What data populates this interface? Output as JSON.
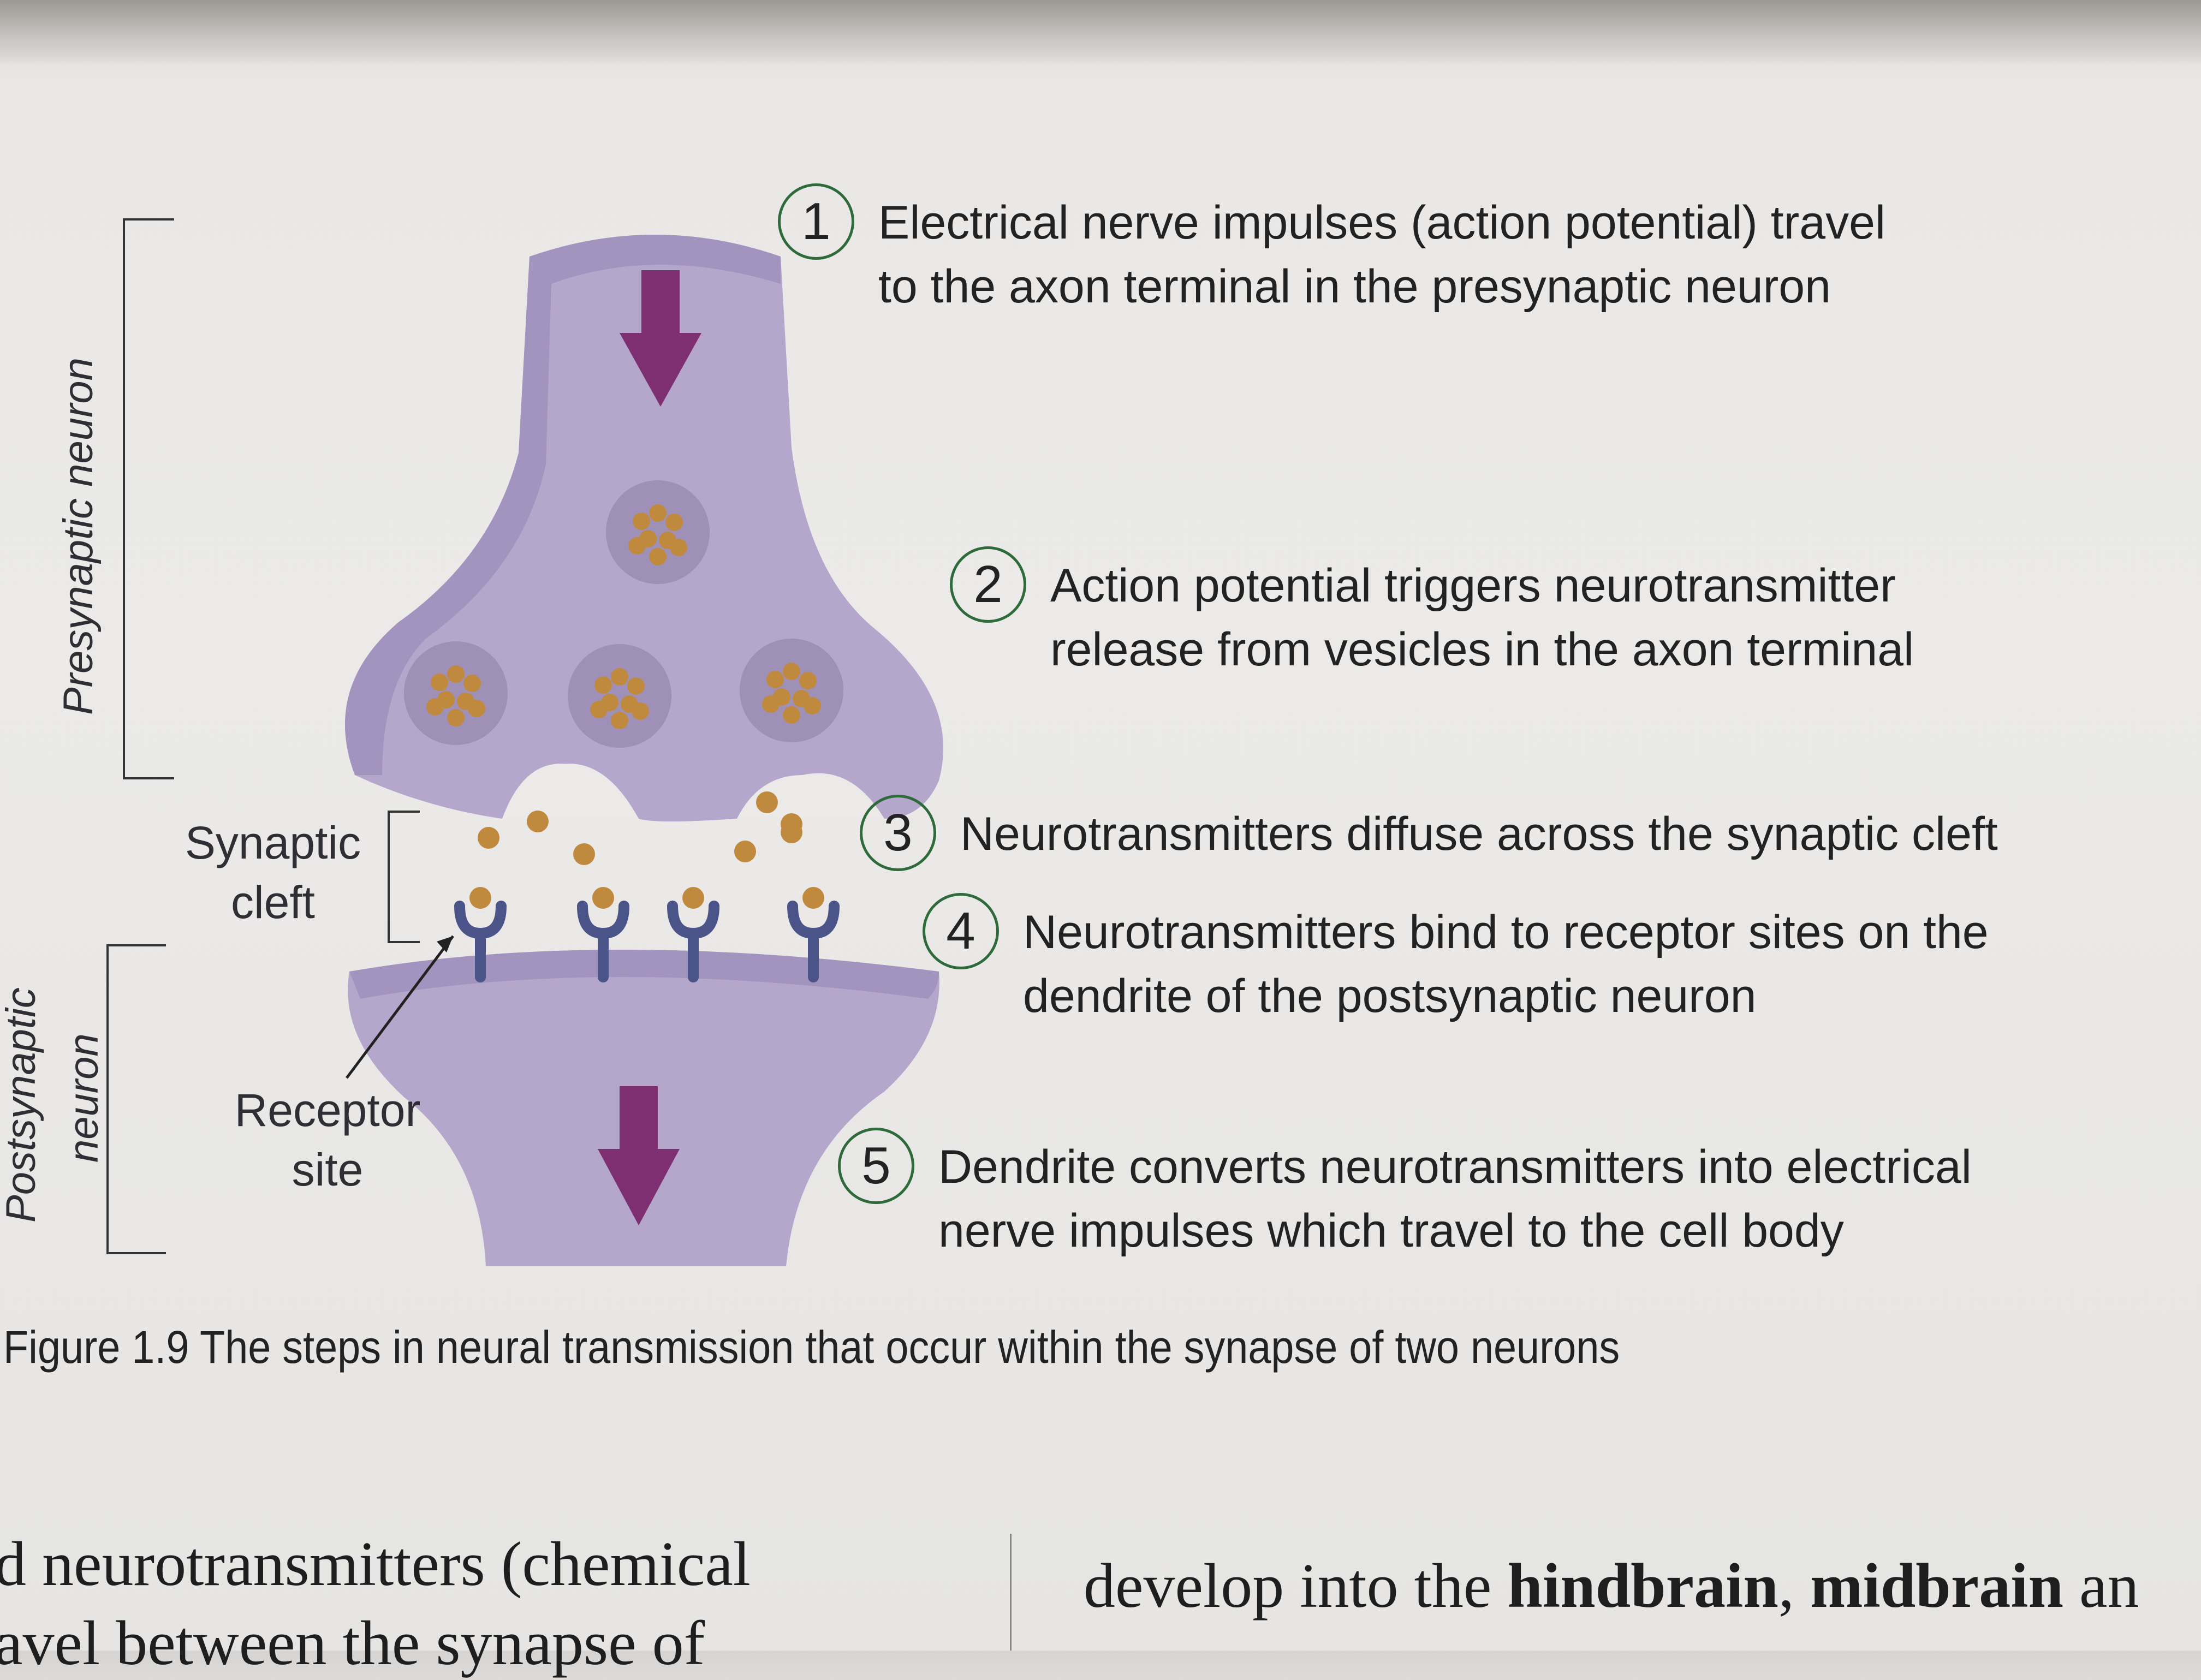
{
  "figure": {
    "side_labels": {
      "presynaptic": "Presynaptic neuron",
      "postsynaptic_line1": "Postsynaptic",
      "postsynaptic_line2": "neuron"
    },
    "labels": {
      "synaptic_cleft_line1": "Synaptic",
      "synaptic_cleft_line2": "cleft",
      "receptor_site_line1": "Receptor",
      "receptor_site_line2": "site"
    },
    "steps": [
      {
        "number": "1",
        "line1": "Electrical nerve impulses (action potential) travel",
        "line2": "to the axon terminal in the presynaptic neuron"
      },
      {
        "number": "2",
        "line1": "Action potential triggers neurotransmitter",
        "line2": "release from vesicles in the axon terminal"
      },
      {
        "number": "3",
        "line1": "Neurotransmitters diffuse across the synaptic cleft",
        "line2": ""
      },
      {
        "number": "4",
        "line1": "Neurotransmitters bind to receptor sites on the",
        "line2": "dendrite of the postsynaptic neuron"
      },
      {
        "number": "5",
        "line1": "Dendrite converts neurotransmitters into electrical",
        "line2": "nerve impulses which travel to the cell body"
      }
    ],
    "caption": "Figure 1.9 The steps in neural transmission that occur within the synapse of two neurons",
    "colors": {
      "neuron_fill": "#b5a6cc",
      "neuron_shade": "#a393bf",
      "vesicle_fill": "#9f90b8",
      "neurotransmitter": "#c08a3e",
      "arrow": "#7d2f72",
      "receptor": "#4b5488",
      "step_circle": "#2f6b3a"
    }
  },
  "body_text": {
    "left_line1": "d neurotransmitters (chemical",
    "left_line2": "avel between the synapse of",
    "right_prefix": "develop into the ",
    "right_bold1": "hindbrain",
    "right_sep": ", ",
    "right_bold2": "midbrain",
    "right_suffix": " an"
  }
}
